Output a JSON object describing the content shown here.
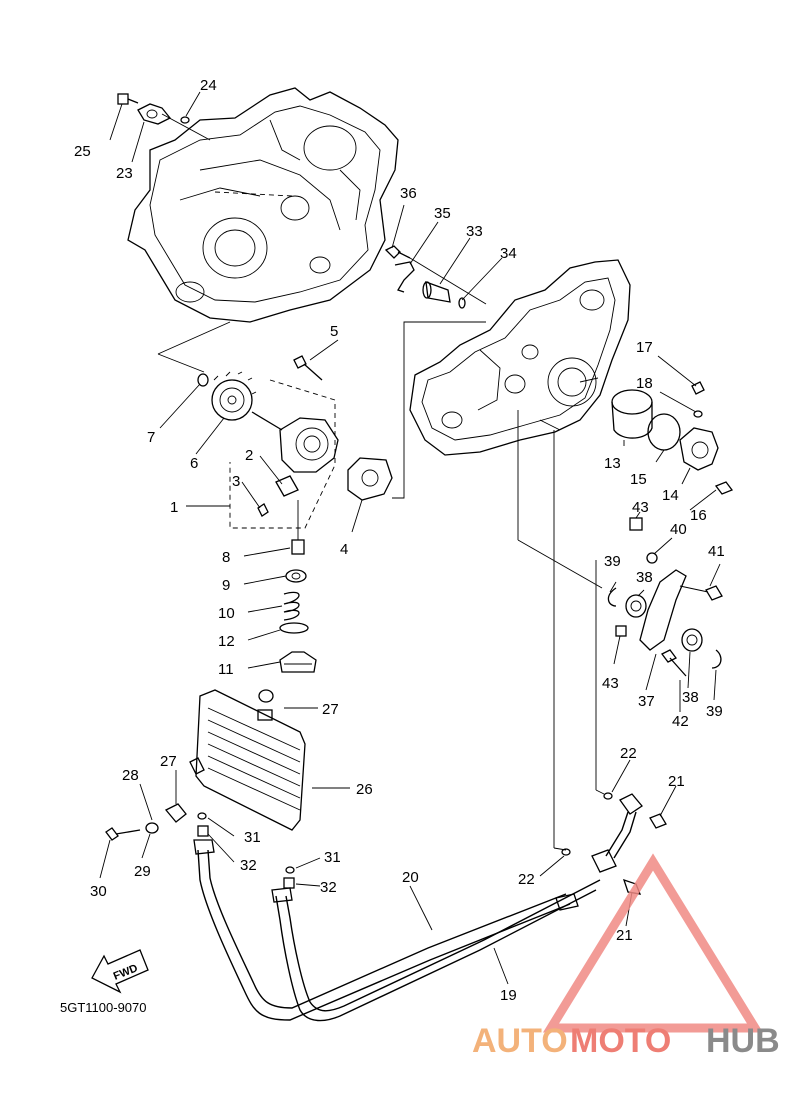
{
  "diagram_code": "5GT1100-9070",
  "fwd_label": "FWD",
  "watermark": {
    "part1": "AUTO",
    "part2": "MOTO",
    "part3": "HUB"
  },
  "callouts": {
    "c1": "1",
    "c2": "2",
    "c3": "3",
    "c4": "4",
    "c5": "5",
    "c6": "6",
    "c7": "7",
    "c8": "8",
    "c9": "9",
    "c10": "10",
    "c11": "11",
    "c12": "12",
    "c13": "13",
    "c14": "14",
    "c15": "15",
    "c16": "16",
    "c17": "17",
    "c18": "18",
    "c19": "19",
    "c20": "20",
    "c21a": "21",
    "c21b": "21",
    "c22a": "22",
    "c22b": "22",
    "c23": "23",
    "c24": "24",
    "c25": "25",
    "c26": "26",
    "c27a": "27",
    "c27b": "27",
    "c28": "28",
    "c29": "29",
    "c30": "30",
    "c31a": "31",
    "c31b": "31",
    "c32a": "32",
    "c32b": "32",
    "c33": "33",
    "c34": "34",
    "c35": "35",
    "c36": "36",
    "c37": "37",
    "c38a": "38",
    "c38b": "38",
    "c39a": "39",
    "c39b": "39",
    "c40": "40",
    "c41": "41",
    "c42": "42",
    "c43a": "43",
    "c43b": "43"
  },
  "colors": {
    "line": "#000000",
    "watermark_triangle": "#f08a84"
  }
}
